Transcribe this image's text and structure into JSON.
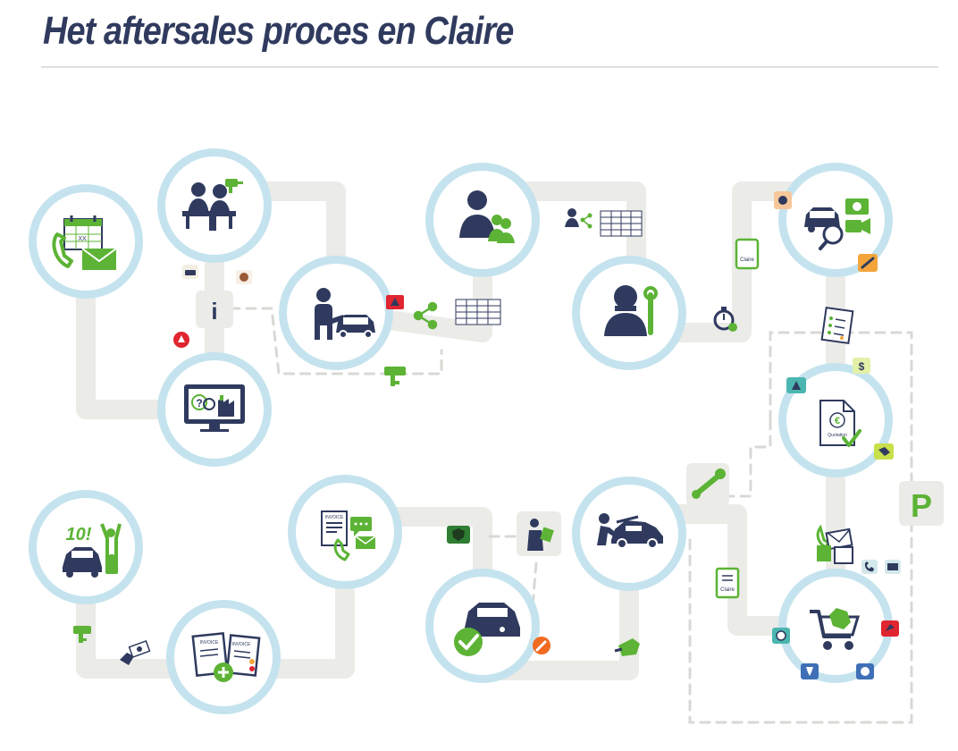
{
  "title": "Het aftersales  proces en Claire",
  "labels": {
    "grid_cell": "XX",
    "score": "10!",
    "info": "i",
    "euro": "€",
    "quotation": "Quotation",
    "claire_phone": "Claire",
    "claire_tablet": "Claire",
    "invoice_1": "INVOICE",
    "invoice_2": "INVOICE",
    "invoice_3": "INVOICE",
    "dollar": "$",
    "parking": "P",
    "question": "?"
  },
  "colors": {
    "navy": "#2f3a5e",
    "green": "#5cb335",
    "ring": "#c4e3ee",
    "track": "#ebebe8",
    "dashed": "#d8d8d5",
    "red": "#e02530",
    "orange": "#f3a53b",
    "teal": "#4bb6b0"
  },
  "steps": [
    {
      "id": "contact",
      "icon": "calendar-phone-mail-icon"
    },
    {
      "id": "reception",
      "icon": "dealer-desk-icon"
    },
    {
      "id": "check-in",
      "icon": "person-with-car-icon"
    },
    {
      "id": "online",
      "icon": "monitor-icon"
    },
    {
      "id": "planning",
      "icon": "customers-icon"
    },
    {
      "id": "workshop",
      "icon": "mechanic-icon"
    },
    {
      "id": "inspection",
      "icon": "car-camera-icon"
    },
    {
      "id": "quotation",
      "icon": "quotation-icon"
    },
    {
      "id": "parts",
      "icon": "shopping-cart-icon"
    },
    {
      "id": "repair",
      "icon": "car-repair-icon"
    },
    {
      "id": "delivery",
      "icon": "car-check-icon"
    },
    {
      "id": "invoice",
      "icon": "invoice-phone-icon"
    },
    {
      "id": "payment",
      "icon": "invoice-add-icon"
    },
    {
      "id": "satisfaction",
      "icon": "happy-customer-icon"
    }
  ]
}
